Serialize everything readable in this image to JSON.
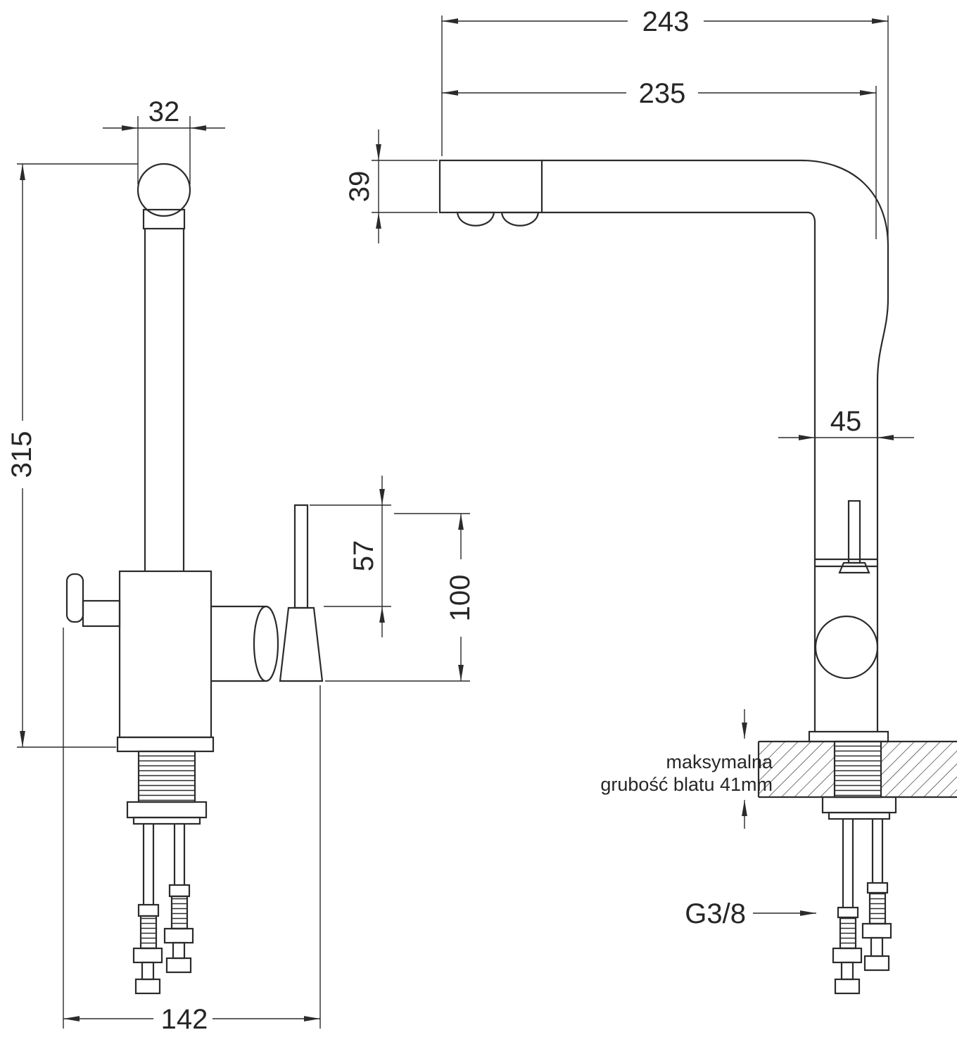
{
  "dims": {
    "total_reach": "243",
    "spout_reach": "235",
    "spout_top_width": "32",
    "spout_head_height": "39",
    "total_height": "315",
    "column_width": "45",
    "handle_height": "57",
    "body_height": "100",
    "base_span": "142"
  },
  "labels": {
    "connection_thread": "G3/8",
    "counter_note_line1": "maksymalna",
    "counter_note_line2": "grubość blatu 41mm"
  },
  "colors": {
    "line": "#2b2b2b",
    "text": "#262626",
    "background": "#ffffff"
  }
}
